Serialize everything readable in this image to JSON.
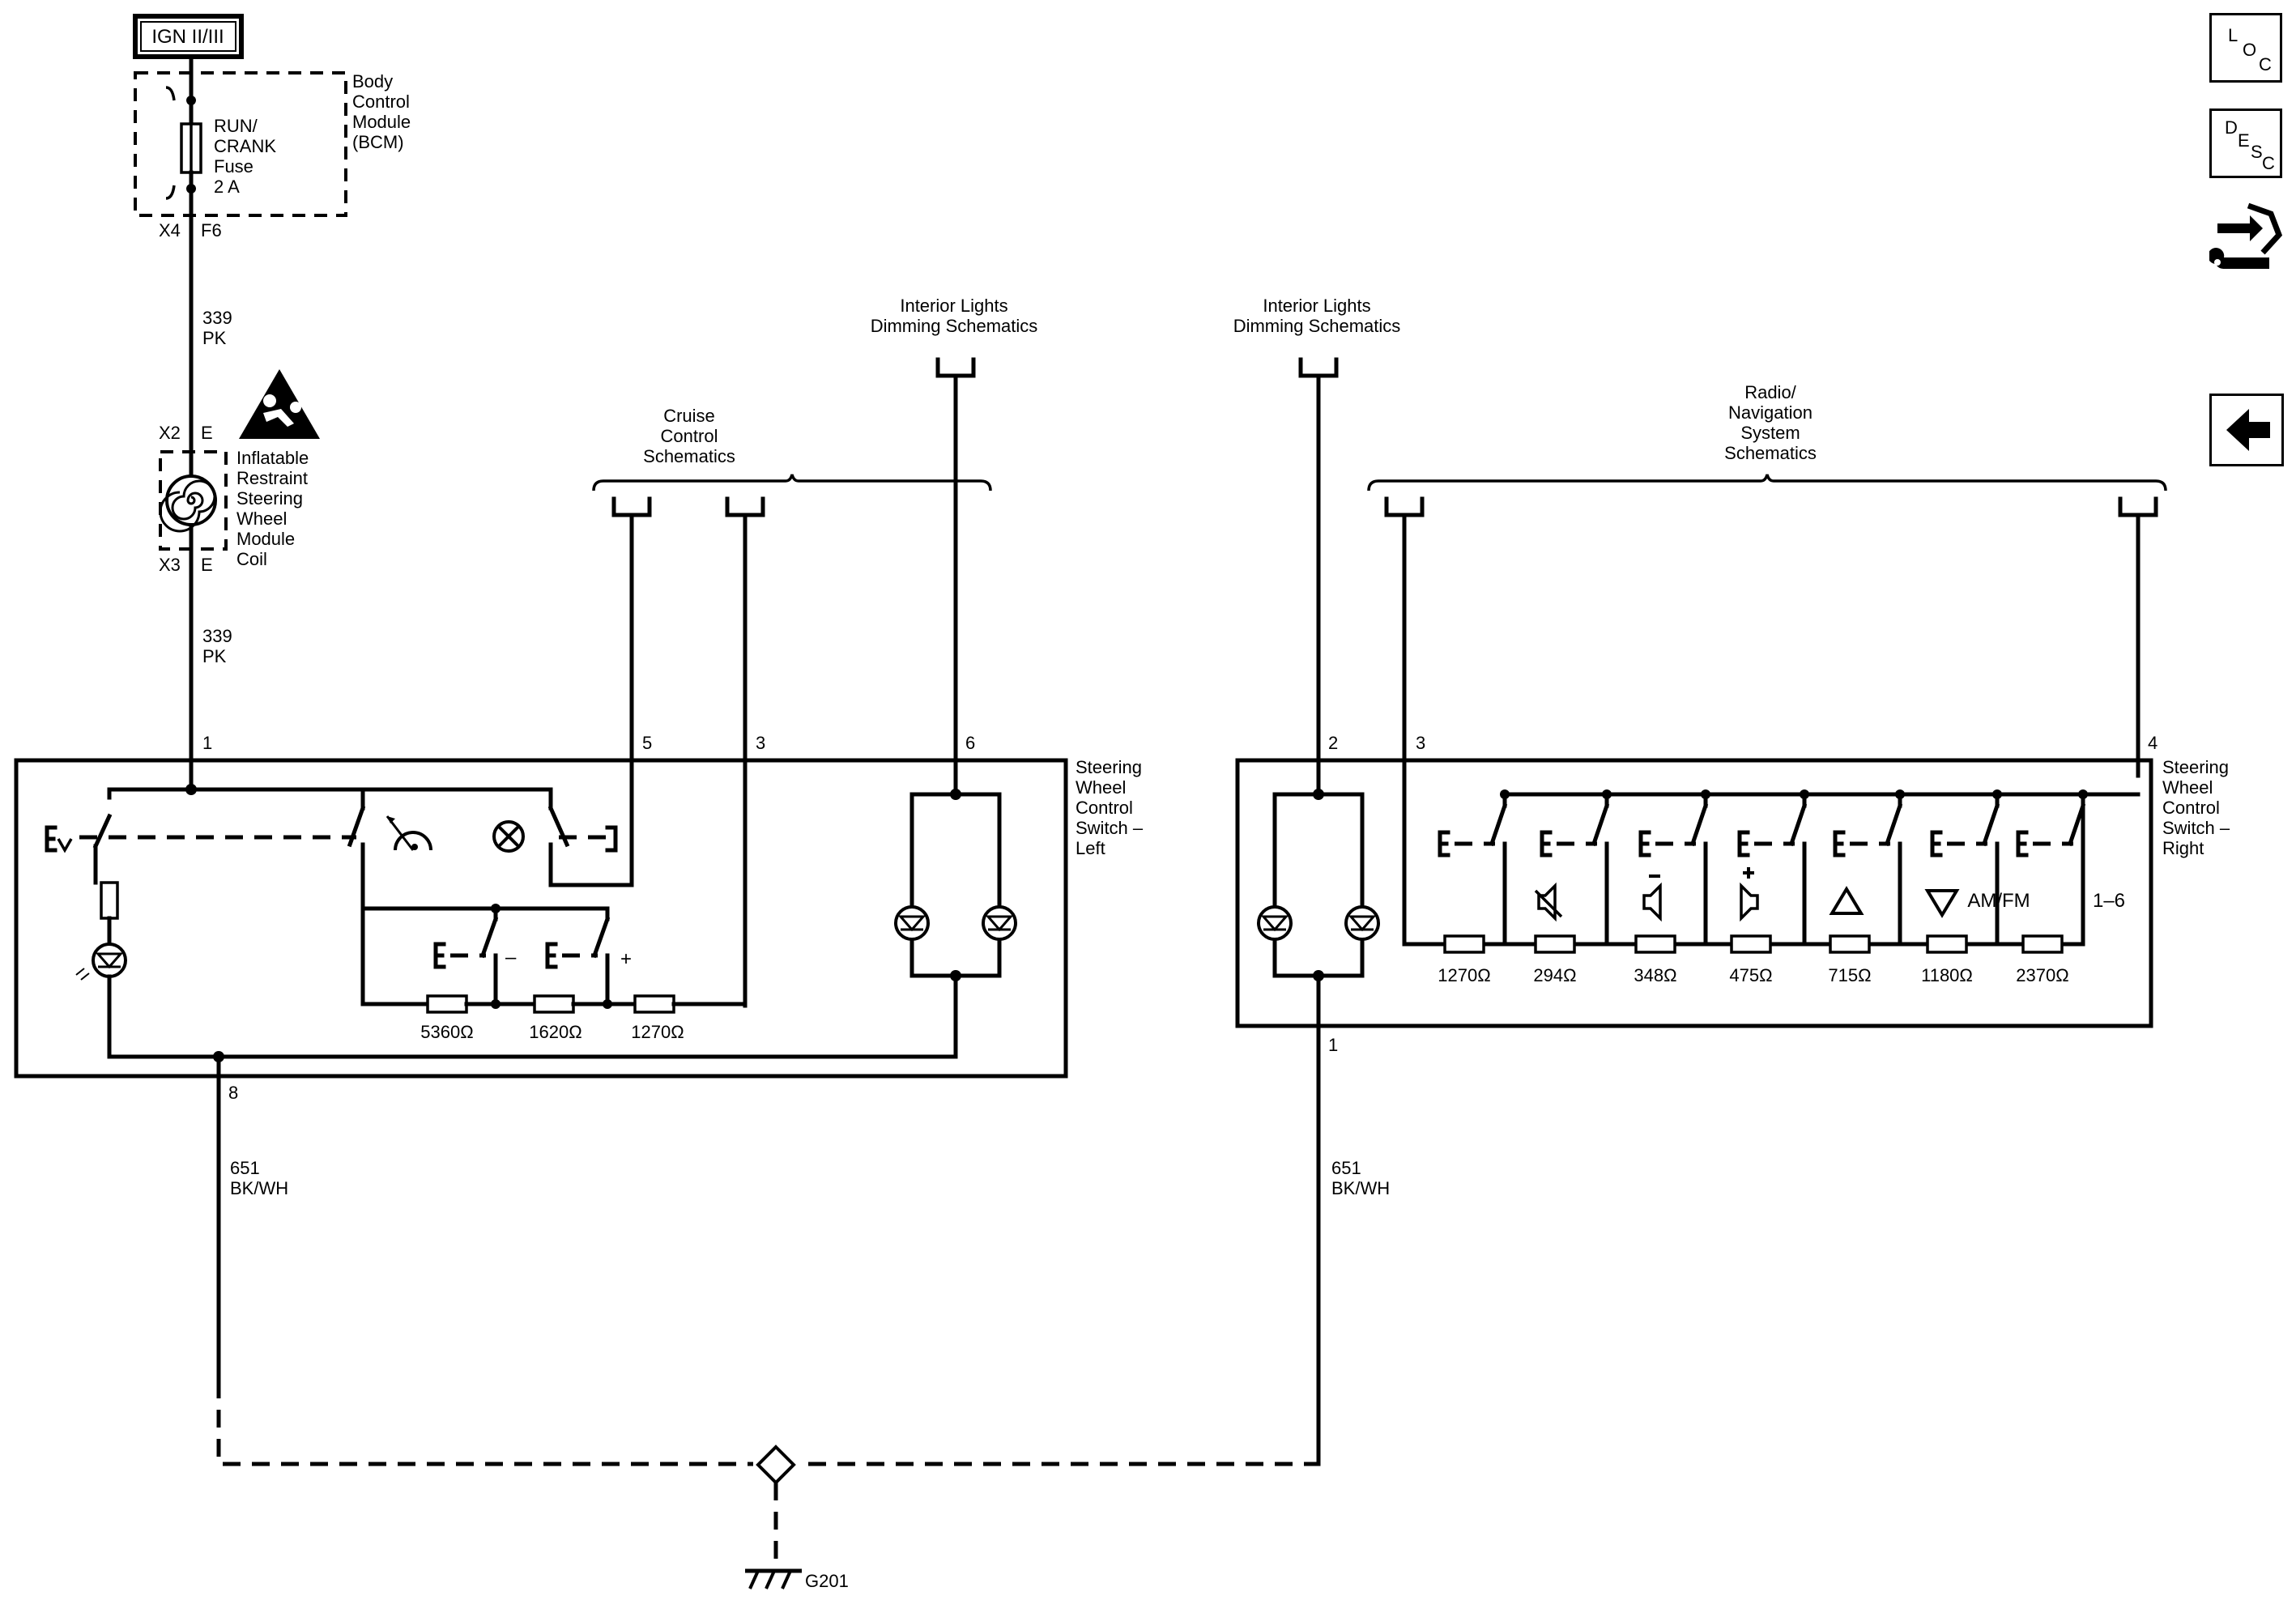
{
  "power": {
    "source": "IGN II/III",
    "module_name": "Body\nControl\nModule\n(BCM)",
    "fuse_label": "RUN/\nCRANK\nFuse\n2 A",
    "conn_left": "X4",
    "conn_right": "F6"
  },
  "wire_top": {
    "circuit": "339",
    "color": "PK"
  },
  "coil": {
    "conn_top_left": "X2",
    "conn_top_right": "E",
    "conn_bottom_left": "X3",
    "conn_bottom_right": "E",
    "name": "Inflatable\nRestraint\nSteering\nWheel\nModule\nCoil"
  },
  "wire_mid": {
    "circuit": "339",
    "color": "PK"
  },
  "refs": {
    "cruise": "Cruise\nControl\nSchematics",
    "dimming_left": "Interior Lights\nDimming Schematics",
    "dimming_right": "Interior Lights\nDimming Schematics",
    "radio": "Radio/\nNavigation\nSystem\nSchematics"
  },
  "left_switch": {
    "name": "Steering\nWheel\nControl\nSwitch –\nLeft",
    "pins": [
      "1",
      "5",
      "3",
      "6",
      "8"
    ],
    "resistors": [
      "5360Ω",
      "1620Ω",
      "1270Ω"
    ],
    "minus_sign": "–",
    "plus_sign": "+"
  },
  "right_switch": {
    "name": "Steering\nWheel\nControl\nSwitch –\nRight",
    "pins": [
      "2",
      "3",
      "4",
      "1"
    ],
    "resistors": [
      "1270Ω",
      "294Ω",
      "348Ω",
      "475Ω",
      "715Ω",
      "1180Ω",
      "2370Ω"
    ],
    "amfm_label": "AM/FM",
    "presets_label": "1–6"
  },
  "ground_wire_left": {
    "circuit": "651",
    "color": "BK/WH"
  },
  "ground_wire_right": {
    "circuit": "651",
    "color": "BK/WH"
  },
  "ground": {
    "name": "G201"
  },
  "nav": {
    "loc": [
      "L",
      "O",
      "C"
    ],
    "desc": [
      "D",
      "E",
      "S",
      "C"
    ]
  },
  "icons": [
    "loc-icon",
    "desc-icon",
    "connector-repair-icon",
    "back-arrow-icon",
    "airbag-warning-icon",
    "clockspring-coil-icon",
    "mute-icon",
    "volume-down-icon",
    "volume-up-icon",
    "seek-up-icon",
    "seek-down-icon",
    "ground-icon",
    "splice-icon"
  ]
}
